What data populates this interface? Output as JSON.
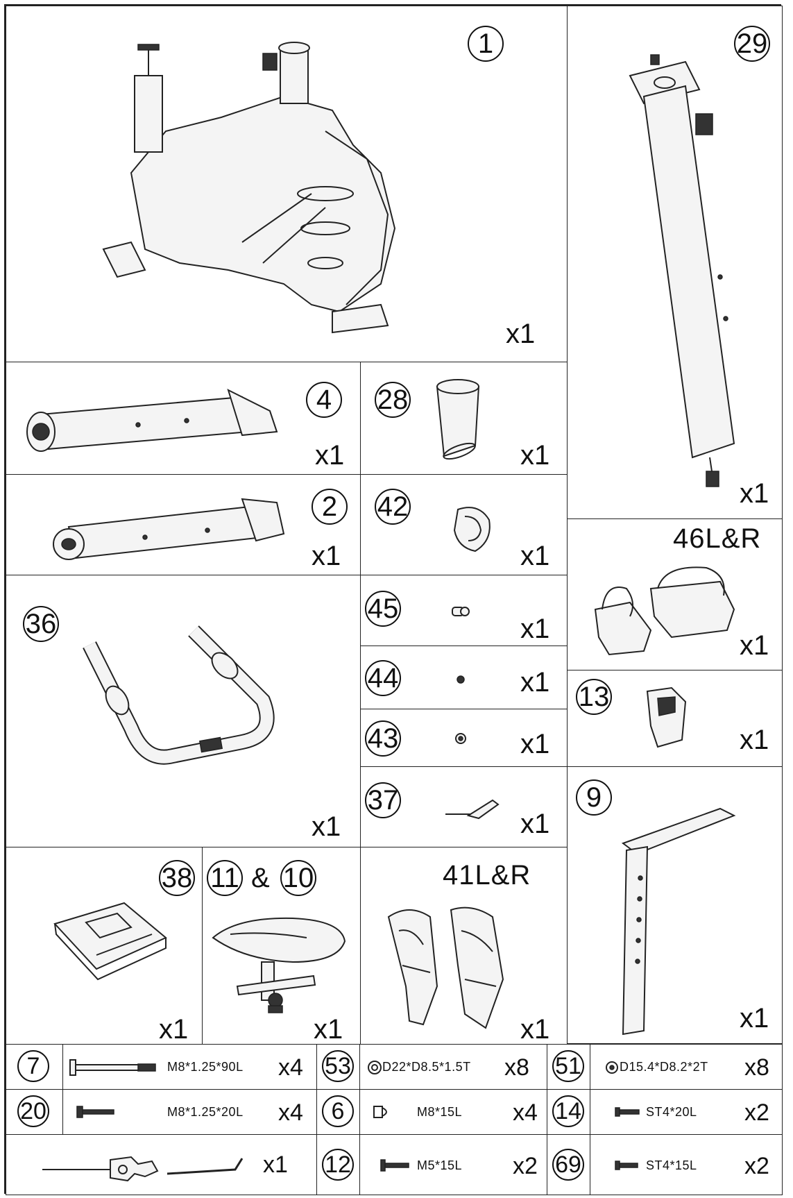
{
  "parts": {
    "p1": {
      "num": "1",
      "qty": "x1"
    },
    "p29": {
      "num": "29",
      "qty": "x1"
    },
    "p4": {
      "num": "4",
      "qty": "x1"
    },
    "p28": {
      "num": "28",
      "qty": "x1"
    },
    "p2": {
      "num": "2",
      "qty": "x1"
    },
    "p42": {
      "num": "42",
      "qty": "x1"
    },
    "p46": {
      "label": "46L&R",
      "qty": "x1"
    },
    "p36": {
      "num": "36",
      "qty": "x1"
    },
    "p45": {
      "num": "45",
      "qty": "x1"
    },
    "p44": {
      "num": "44",
      "qty": "x1"
    },
    "p43": {
      "num": "43",
      "qty": "x1"
    },
    "p13": {
      "num": "13",
      "qty": "x1"
    },
    "p37": {
      "num": "37",
      "qty": "x1"
    },
    "p9": {
      "num": "9",
      "qty": "x1"
    },
    "p38": {
      "num": "38",
      "qty": "x1"
    },
    "p11_10": {
      "num_a": "11",
      "amp": "&",
      "num_b": "10",
      "qty": "x1"
    },
    "p41": {
      "label": "41L&R",
      "qty": "x1"
    }
  },
  "hardware": {
    "h7": {
      "num": "7",
      "spec": "M8*1.25*90L",
      "qty": "x4"
    },
    "h53": {
      "num": "53",
      "spec": "D22*D8.5*1.5T",
      "qty": "x8"
    },
    "h51": {
      "num": "51",
      "spec": "D15.4*D8.2*2T",
      "qty": "x8"
    },
    "h20": {
      "num": "20",
      "spec": "M8*1.25*20L",
      "qty": "x4"
    },
    "h6": {
      "num": "6",
      "spec": "M8*15L",
      "qty": "x4"
    },
    "h14": {
      "num": "14",
      "spec": "ST4*20L",
      "qty": "x2"
    },
    "tools": {
      "qty": "x1"
    },
    "h12": {
      "num": "12",
      "spec": "M5*15L",
      "qty": "x2"
    },
    "h69": {
      "num": "69",
      "spec": "ST4*15L",
      "qty": "x2"
    }
  }
}
